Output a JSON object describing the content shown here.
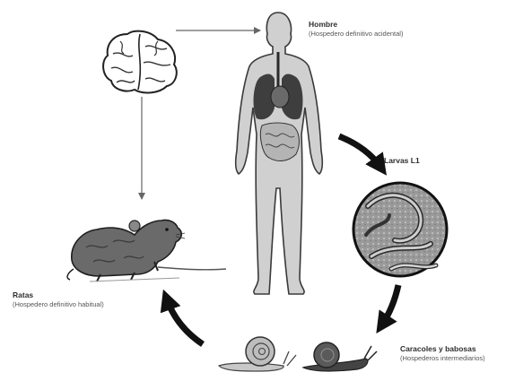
{
  "labels": {
    "human": {
      "title": "Hombre",
      "subtitle": "(Hospedero definitivo acidental)"
    },
    "larvae": {
      "title": "Larvas L1"
    },
    "snails": {
      "title": "Caracoles y babosas",
      "subtitle": "(Hospederos intermediarios)"
    },
    "rats": {
      "title": "Ratas",
      "subtitle": "(Hospedero definitivo habitual)"
    }
  },
  "colors": {
    "arrow": "#111111",
    "figure": "#d0d0d0",
    "outline": "#3a3a3a",
    "dark": "#555555"
  },
  "icons": [
    "brain-icon",
    "human-body-icon",
    "larvae-icon",
    "snail-icon",
    "rat-icon"
  ]
}
